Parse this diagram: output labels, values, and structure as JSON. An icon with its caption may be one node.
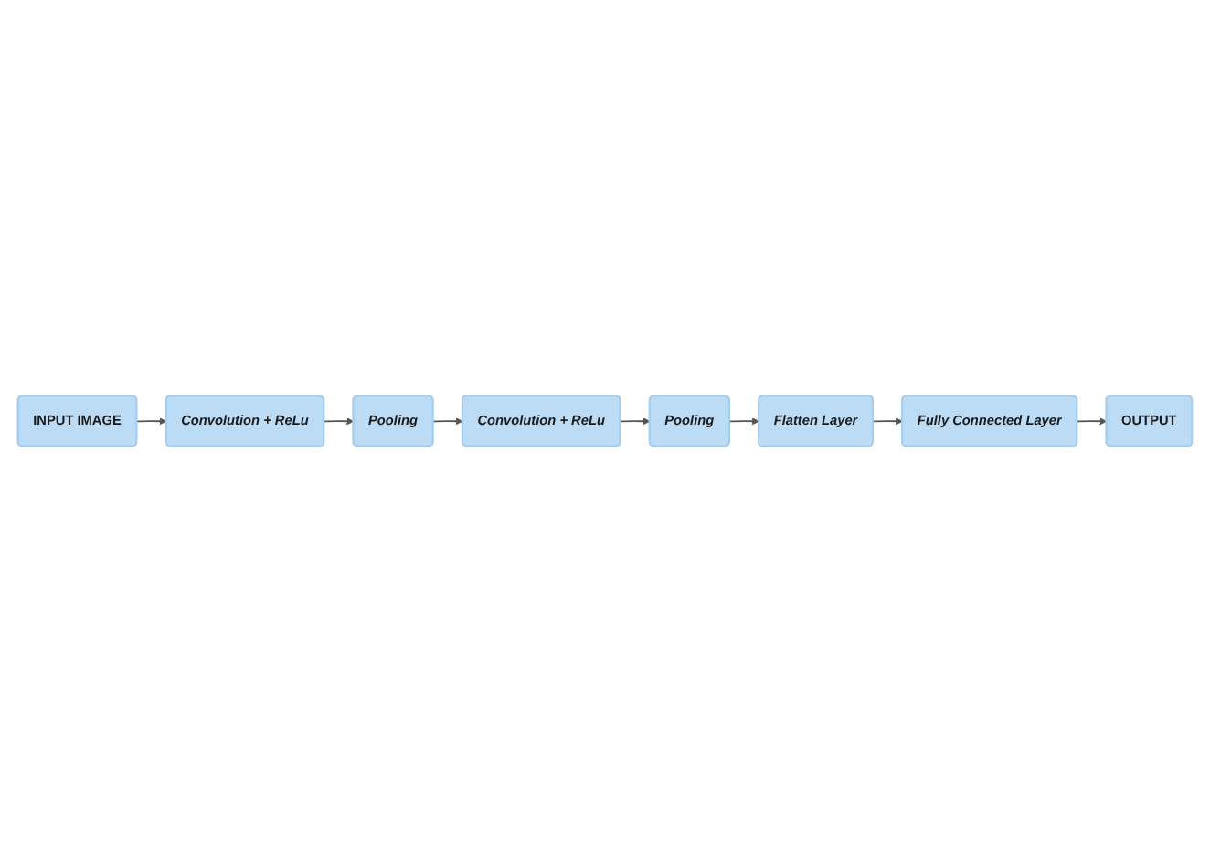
{
  "diagram": {
    "nodes": [
      {
        "text": [
          "INPUT IMAGE"
        ]
      },
      {
        "text": [
          "Convolution + ReLu"
        ]
      },
      {
        "text": [
          "Pooling"
        ]
      },
      {
        "text": [
          "Convolution + ReLu"
        ]
      },
      {
        "text": [
          "Pooling"
        ]
      },
      {
        "text": [
          "Flatten Layer"
        ]
      },
      {
        "text": [
          "Fully Connected Layer"
        ]
      },
      {
        "text": [
          "OUTPUT"
        ]
      }
    ],
    "edges": [
      {
        "from": 0,
        "to": 1,
        "arrow": "to"
      },
      {
        "from": 1,
        "to": 2,
        "arrow": "to"
      },
      {
        "from": 2,
        "to": 3,
        "arrow": "to"
      },
      {
        "from": 3,
        "to": 4,
        "arrow": "to"
      },
      {
        "from": 4,
        "to": 5,
        "arrow": "to"
      },
      {
        "from": 5,
        "to": 6,
        "arrow": "to"
      },
      {
        "from": 6,
        "to": 7,
        "arrow": "to"
      }
    ]
  }
}
